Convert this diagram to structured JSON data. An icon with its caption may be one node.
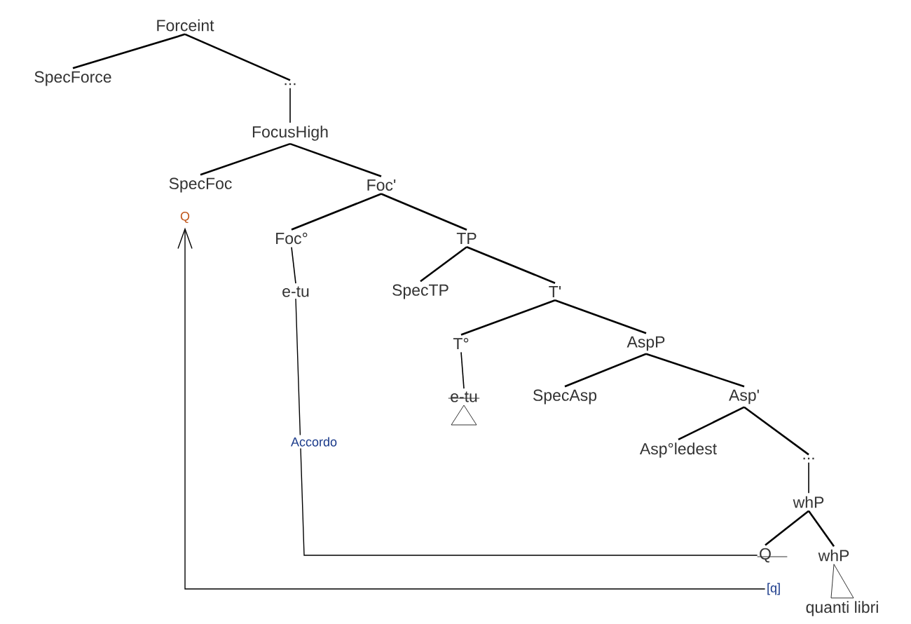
{
  "diagram": {
    "nodes": [
      {
        "text": [
          "Forceint"
        ]
      },
      {
        "text": [
          "SpecForce"
        ]
      },
      {
        "text": [
          "..."
        ]
      },
      {
        "text": [
          "FocusHigh"
        ]
      },
      {
        "text": [
          "SpecFoc"
        ]
      },
      {
        "text": [
          "Q"
        ]
      },
      {
        "text": [
          "Foc'"
        ]
      },
      {
        "text": [
          "Foc°"
        ]
      },
      {
        "text": [
          "e-tu"
        ]
      },
      {
        "text": [
          "TP"
        ]
      },
      {
        "text": [
          "SpecTP"
        ]
      },
      {
        "text": [
          "T'"
        ]
      },
      {
        "text": [
          "T°"
        ]
      },
      {
        "text": [
          "e-tu"
        ]
      },
      {
        "text": [
          "SpecAsp"
        ]
      },
      {
        "text": [
          "AspP"
        ]
      },
      {
        "text": [
          "Asp'"
        ]
      },
      {
        "text": [
          "Asp°ledest"
        ]
      },
      {
        "text": [
          "..."
        ]
      },
      {
        "text": [
          "whP"
        ]
      },
      {
        "text": [
          "Q"
        ]
      },
      {
        "text": [
          "whP"
        ]
      },
      {
        "text": [
          "[q]"
        ]
      },
      {
        "text": [
          "quanti libri"
        ]
      }
    ],
    "edges": [
      {
        "from": 0,
        "to": 1,
        "arrow": "none"
      },
      {
        "from": 0,
        "to": 2,
        "arrow": "none"
      },
      {
        "from": 2,
        "to": 3,
        "arrow": "none"
      },
      {
        "from": 3,
        "to": 4,
        "arrow": "none"
      },
      {
        "from": 3,
        "to": 6,
        "arrow": "none"
      },
      {
        "from": 6,
        "to": 7,
        "arrow": "none"
      },
      {
        "from": 6,
        "to": 9,
        "arrow": "none"
      },
      {
        "from": 7,
        "to": 8,
        "arrow": "none"
      },
      {
        "from": 9,
        "to": 10,
        "arrow": "none"
      },
      {
        "from": 9,
        "to": 11,
        "arrow": "none"
      },
      {
        "from": 11,
        "to": 12,
        "arrow": "none"
      },
      {
        "from": 11,
        "to": 15,
        "arrow": "none"
      },
      {
        "from": 12,
        "to": 13,
        "arrow": "none"
      },
      {
        "from": 15,
        "to": 14,
        "arrow": "none"
      },
      {
        "from": 15,
        "to": 16,
        "arrow": "none"
      },
      {
        "from": 16,
        "to": 17,
        "arrow": "none"
      },
      {
        "from": 16,
        "to": 18,
        "arrow": "none"
      },
      {
        "from": 18,
        "to": 19,
        "arrow": "none"
      },
      {
        "from": 19,
        "to": 20,
        "arrow": "none"
      },
      {
        "from": 19,
        "to": 21,
        "arrow": "none"
      },
      {
        "from": 8,
        "to": 20,
        "arrow": "none",
        "label": "Accordo"
      },
      {
        "from": 22,
        "to": 5,
        "arrow": "to"
      },
      {
        "from": 21,
        "to": 23,
        "arrow": "none"
      }
    ]
  }
}
